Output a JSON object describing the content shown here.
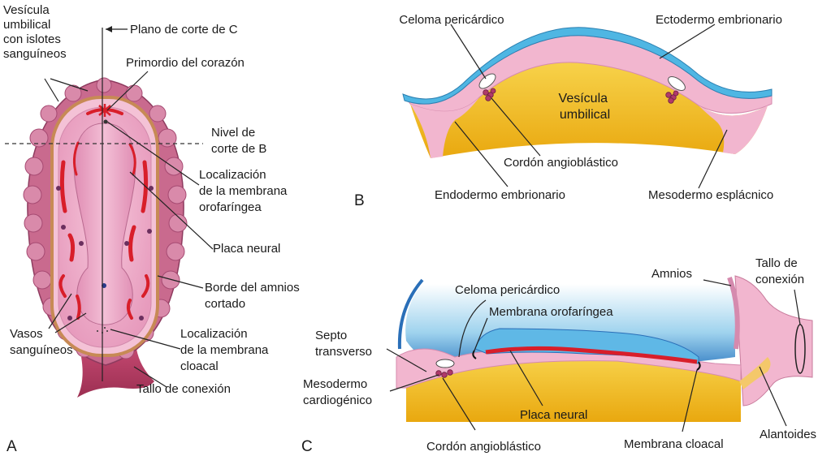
{
  "panel_a": {
    "letter": "A",
    "labels": {
      "vesicula": [
        "Vesícula",
        "umbilical",
        "con islotes",
        "sanguíneos"
      ],
      "plano": "Plano de corte de C",
      "primordio": "Primordio del corazón",
      "nivel": [
        "Nivel de",
        "corte de B"
      ],
      "orofaringea": [
        "Localización",
        "de la membrana",
        "orofaríngea"
      ],
      "placa": "Placa neural",
      "amnios": [
        "Borde del amnios",
        "cortado"
      ],
      "vasos": [
        "Vasos",
        "sanguíneos"
      ],
      "cloacal": [
        "Localización",
        "de la membrana",
        "cloacal"
      ],
      "tallo": "Tallo de conexión"
    }
  },
  "panel_b": {
    "letter": "B",
    "labels": {
      "celoma": "Celoma pericárdico",
      "ectodermo": "Ectodermo embrionario",
      "vesicula": [
        "Vesícula",
        "umbilical"
      ],
      "cordon": "Cordón angioblástico",
      "endodermo": "Endodermo embrionario",
      "mesodermo": "Mesodermo esplácnico"
    }
  },
  "panel_c": {
    "letter": "C",
    "labels": {
      "amnios": "Amnios",
      "tallo": [
        "Tallo de",
        "conexión"
      ],
      "celoma": "Celoma pericárdico",
      "orofaringea": "Membrana orofaríngea",
      "septo": [
        "Septo",
        "transverso"
      ],
      "mesodermo": [
        "Mesodermo",
        "cardiogénico"
      ],
      "placa": "Placa neural",
      "alantoides": "Alantoides",
      "cordon": "Cordón angioblástico",
      "cloacal": "Membrana cloacal"
    }
  },
  "colors": {
    "yolk_sac_wall": "#c96a8e",
    "embryo_pink": "#f2b6cf",
    "ectoderm_blue": "#4fb6e3",
    "endoderm_yellow": "#f4c21a",
    "vessel_red": "#d81e2a"
  }
}
